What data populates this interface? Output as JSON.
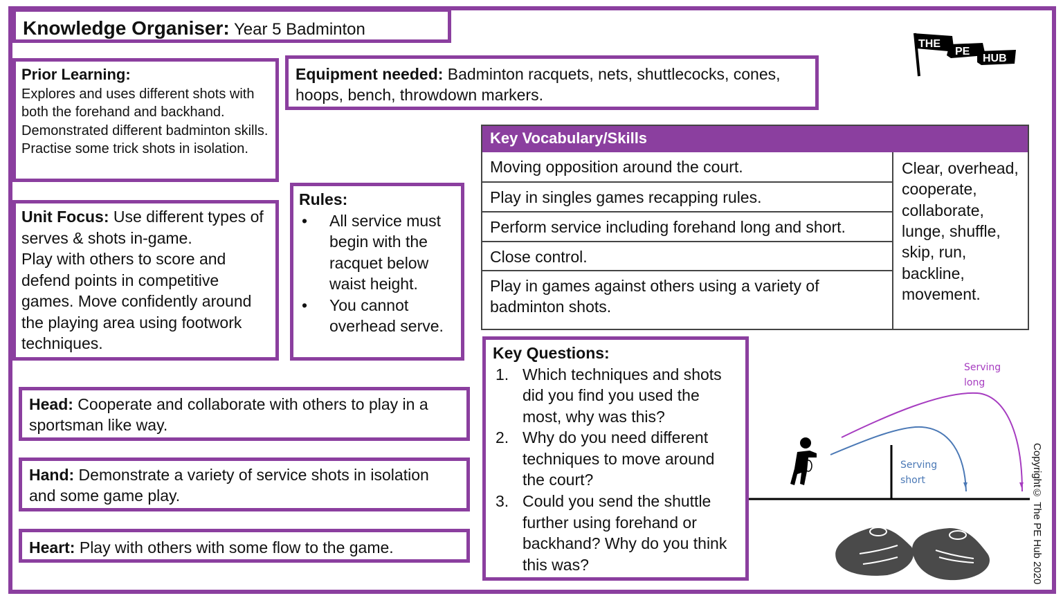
{
  "title": {
    "bold": "Knowledge Organiser:",
    "rest": " Year 5 Badminton"
  },
  "logo": {
    "words": [
      "THE",
      "PE",
      "HUB"
    ]
  },
  "prior": {
    "heading": "Prior Learning:",
    "text": "Explores and uses different shots with both the forehand and backhand. Demonstrated different badminton skills. Practise some trick shots in isolation."
  },
  "equipment": {
    "heading": "Equipment needed:",
    "text": " Badminton racquets, nets, shuttlecocks, cones, hoops, bench, throwdown markers."
  },
  "unit": {
    "heading": "Unit Focus:",
    "text": " Use different types of serves & shots in-game.",
    "text2": "Play with others to score and defend points in competitive games. Move confidently around the playing area using footwork techniques."
  },
  "rules": {
    "heading": "Rules:",
    "items": [
      "All service must begin with the racquet below waist height.",
      "You cannot overhead serve."
    ]
  },
  "vocab": {
    "heading": "Key Vocabulary/Skills",
    "rows": [
      "Moving opposition around the court.",
      "Play in singles games recapping rules.",
      "Perform service including forehand long and short.",
      "Close control.",
      "Play in games against others using a variety of badminton shots."
    ],
    "words": "Clear, overhead, cooperate, collaborate, lunge, shuffle, skip, run, backline, movement."
  },
  "questions": {
    "heading": "Key Questions:",
    "items": [
      {
        "n": "1.",
        "q": "Which techniques and shots did you find you used the most, why was this?"
      },
      {
        "n": "2.",
        "q": "Why do you need different techniques to move around the court?"
      },
      {
        "n": "3.",
        "q": "Could you send the shuttle further using forehand or backhand? Why do you think this was?"
      }
    ]
  },
  "head": {
    "label": "Head:",
    "text": " Cooperate and collaborate with others to play in a sportsman like way."
  },
  "hand": {
    "label": "Hand:",
    "text": " Demonstrate a variety of service shots in isolation and some game play."
  },
  "heart": {
    "label": "Heart:",
    "text": " Play with others with some flow to the game."
  },
  "diagram": {
    "long1": "Serving",
    "long2": "long",
    "short1": "Serving",
    "short2": "short",
    "long_color": "#a63cc0",
    "short_color": "#4a78b5"
  },
  "copyright": "Copyright© The PE Hub 2020",
  "colors": {
    "accent": "#8b3f9f"
  }
}
